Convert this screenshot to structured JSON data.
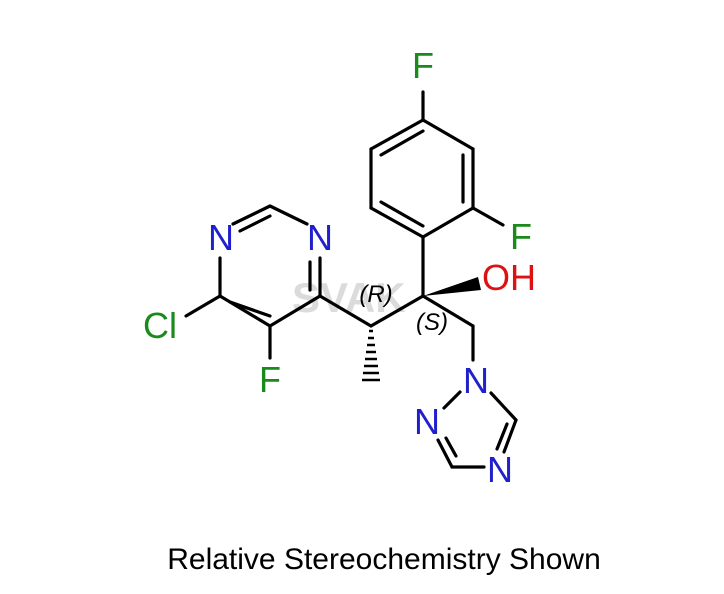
{
  "colors": {
    "bond": "#000000",
    "nitrogen": "#1f1fcc",
    "oxygen": "#dd1111",
    "fluorine": "#1a8a1a",
    "chlorine": "#1a8a1a",
    "watermark": "#d0d0d0"
  },
  "watermark": "SVAK",
  "atoms": {
    "f_top": "F",
    "f_ortho": "F",
    "oh": "OH",
    "n_pym_left": "N",
    "n_pym_right": "N",
    "cl": "Cl",
    "f_pym": "F",
    "n_tri_1": "N",
    "n_tri_2": "N",
    "n_tri_4": "N"
  },
  "stereo": {
    "r_label": "(R)",
    "s_label": "(S)"
  },
  "caption": "Relative Stereochemistry Shown"
}
